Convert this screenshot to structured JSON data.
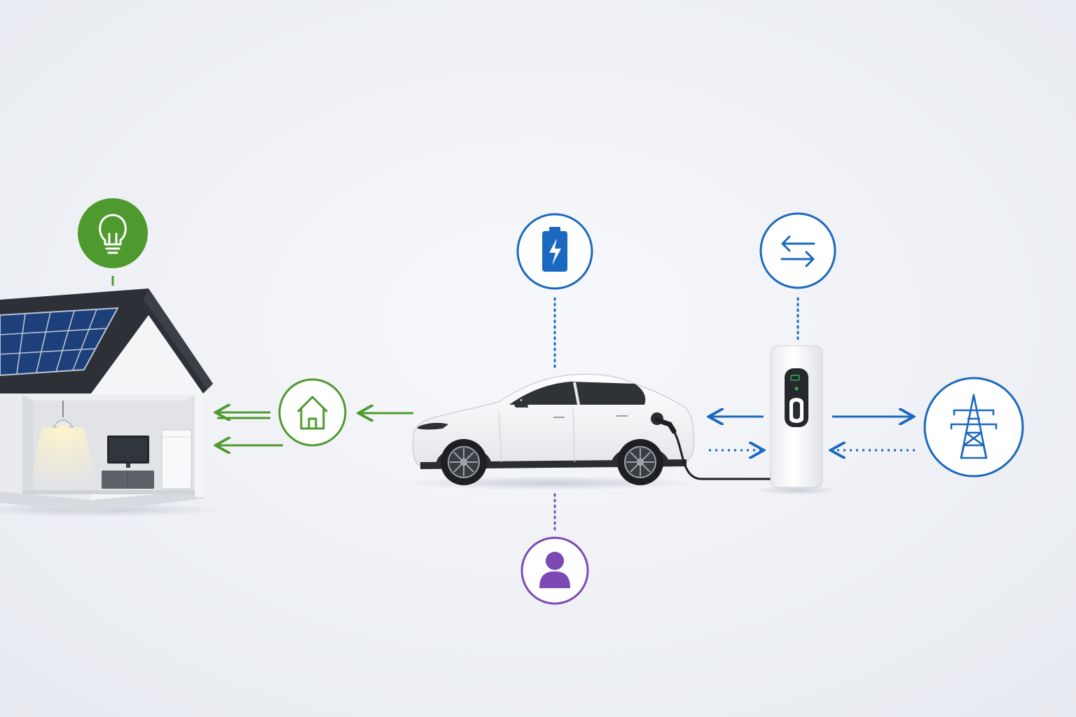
{
  "colors": {
    "background": "#eef1f6",
    "green": "#4f9a2e",
    "blue": "#1a68bf",
    "purple": "#7d4ab5",
    "roof": "#2d3137",
    "solar": "#1d3f7a",
    "house_wall": "#f2f3f5",
    "car_body": "#ffffff",
    "tire": "#1e1f22"
  },
  "diagram": {
    "nodes": [
      {
        "id": "light",
        "icon": "lightbulb-icon",
        "color": "green",
        "filled": true
      },
      {
        "id": "home",
        "icon": "home-outline-icon",
        "color": "green",
        "filled": false
      },
      {
        "id": "battery",
        "icon": "battery-charging-icon",
        "color": "blue",
        "filled": false
      },
      {
        "id": "exchange",
        "icon": "bidirectional-arrows-icon",
        "color": "blue",
        "filled": false
      },
      {
        "id": "grid",
        "icon": "power-tower-icon",
        "color": "blue",
        "filled": false
      },
      {
        "id": "user",
        "icon": "user-profile-icon",
        "color": "purple",
        "filled": false
      }
    ],
    "objects": [
      {
        "id": "house",
        "icon": "house-with-solar-panels-icon"
      },
      {
        "id": "car",
        "icon": "electric-car-icon"
      },
      {
        "id": "charger",
        "icon": "ev-charger-icon"
      }
    ],
    "flows": [
      {
        "from": "home",
        "to": "house",
        "style": "solid",
        "color": "green"
      },
      {
        "from": "house",
        "to": "home",
        "style": "solid",
        "color": "green"
      },
      {
        "from": "car",
        "to": "home",
        "style": "solid",
        "color": "green"
      },
      {
        "from": "charger",
        "to": "car",
        "style": "solid",
        "color": "blue"
      },
      {
        "from": "car",
        "to": "charger",
        "style": "dotted",
        "color": "blue"
      },
      {
        "from": "charger",
        "to": "grid",
        "style": "solid",
        "color": "blue"
      },
      {
        "from": "grid",
        "to": "charger",
        "style": "dotted",
        "color": "blue"
      }
    ],
    "links": [
      {
        "from": "light",
        "to": "house",
        "style": "solid",
        "color": "green"
      },
      {
        "from": "battery",
        "to": "car",
        "style": "dotted",
        "color": "blue"
      },
      {
        "from": "exchange",
        "to": "charger",
        "style": "dotted",
        "color": "blue"
      },
      {
        "from": "user",
        "to": "car",
        "style": "dotted",
        "color": "purple"
      }
    ]
  }
}
